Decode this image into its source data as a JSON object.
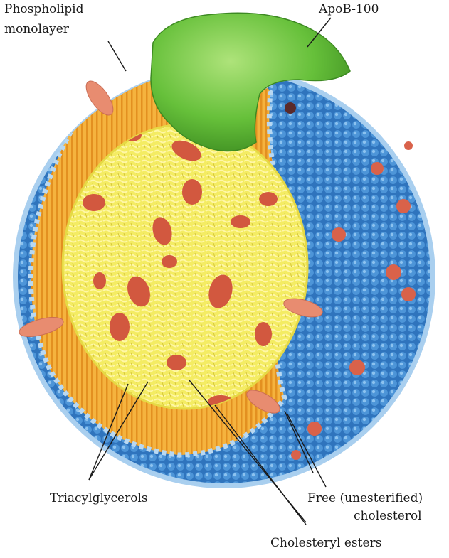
{
  "labels": {
    "phospholipid_line1": "Phospholipid",
    "phospholipid_line2": "monolayer",
    "apob": "ApoB-100",
    "triacylglycerols": "Triacylglycerols",
    "free_chol_line1": "Free (unesterified)",
    "free_chol_line2": "cholesterol",
    "cholesteryl_esters": "Cholesteryl esters"
  },
  "colors": {
    "surface_blue": "#3a82c8",
    "phospholipid_orange": "#f2a72e",
    "core_yellow": "#f2ea55",
    "apob_green": "#66c03a",
    "cholesterol_salmon": "#e88c70",
    "ester_red": "#d2583f"
  }
}
